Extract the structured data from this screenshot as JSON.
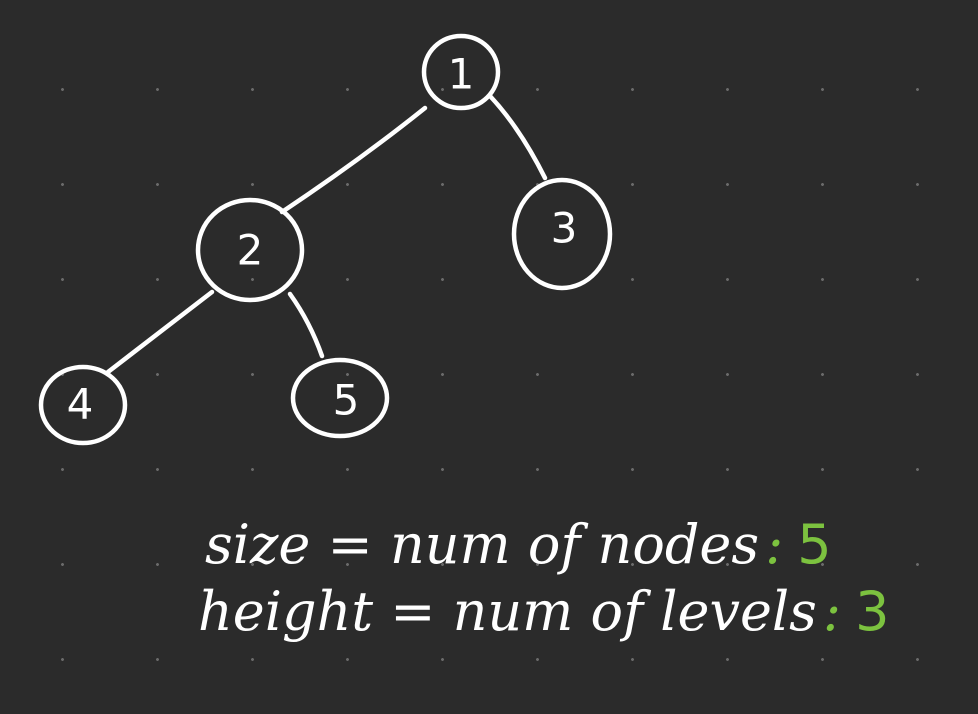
{
  "tree": {
    "nodes": [
      {
        "id": "n1",
        "label": "1"
      },
      {
        "id": "n2",
        "label": "2"
      },
      {
        "id": "n3",
        "label": "3"
      },
      {
        "id": "n4",
        "label": "4"
      },
      {
        "id": "n5",
        "label": "5"
      }
    ],
    "edges": [
      {
        "from": "1",
        "to": "2"
      },
      {
        "from": "1",
        "to": "3"
      },
      {
        "from": "2",
        "to": "4"
      },
      {
        "from": "2",
        "to": "5"
      }
    ]
  },
  "notes": {
    "size": {
      "label": "size = num of nodes",
      "separator": ":",
      "value": "5"
    },
    "height": {
      "label": "height = num of levels",
      "separator": ":",
      "value": "3"
    }
  },
  "colors": {
    "background": "#2b2b2b",
    "ink": "#ffffff",
    "accent": "#7cc23f",
    "grid_dot": "#6a6a6a"
  }
}
